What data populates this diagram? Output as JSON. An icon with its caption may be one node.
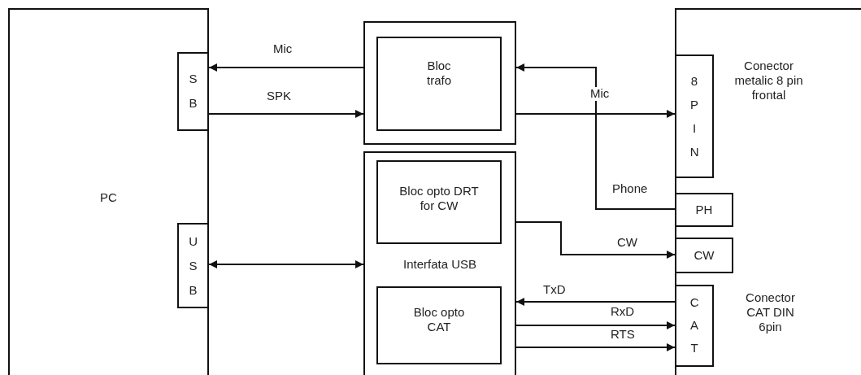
{
  "diagram": {
    "nodes": [
      {
        "text": [
          "PC"
        ]
      },
      {
        "text": [
          "SB"
        ],
        "in": 0
      },
      {
        "text": [
          "USB"
        ],
        "in": 0
      },
      {
        "text": [],
        "shape": "box"
      },
      {
        "text": [
          "Bloc trafo"
        ],
        "in": 3
      },
      {
        "text": [
          "Interfata USB"
        ]
      },
      {
        "text": [
          "Bloc opto DRT for CW"
        ],
        "in": 5
      },
      {
        "text": [
          "Bloc opto CAT"
        ],
        "in": 5
      },
      {
        "text": [],
        "shape": "box"
      },
      {
        "text": [
          "8PIN"
        ],
        "in": 8,
        "beside": [
          "Conector metalic 8 pin frontal"
        ]
      },
      {
        "text": [
          "PH"
        ],
        "in": 8
      },
      {
        "text": [
          "CW"
        ],
        "in": 8
      },
      {
        "text": [
          "CAT"
        ],
        "in": 8,
        "beside": [
          "Conector CAT DIN 6pin"
        ]
      }
    ],
    "edges": [
      {
        "from": 3,
        "to": 1,
        "label": "Mic",
        "arrow": "to"
      },
      {
        "from": 1,
        "to": 3,
        "label": "SPK",
        "arrow": "to"
      },
      {
        "from": 3,
        "to": 9,
        "label": "Mic",
        "arrow": "to"
      },
      {
        "from": 10,
        "to": 3,
        "label": "Phone",
        "arrow": "to"
      },
      {
        "from": 2,
        "to": 5,
        "arrow": "both"
      },
      {
        "from": 5,
        "to": 11,
        "label": "CW",
        "arrow": "to"
      },
      {
        "from": 12,
        "to": 5,
        "label": "TxD",
        "arrow": "to"
      },
      {
        "from": 5,
        "to": 12,
        "label": "RxD",
        "arrow": "to"
      },
      {
        "from": 5,
        "to": 12,
        "label": "RTS",
        "arrow": "to"
      }
    ]
  }
}
